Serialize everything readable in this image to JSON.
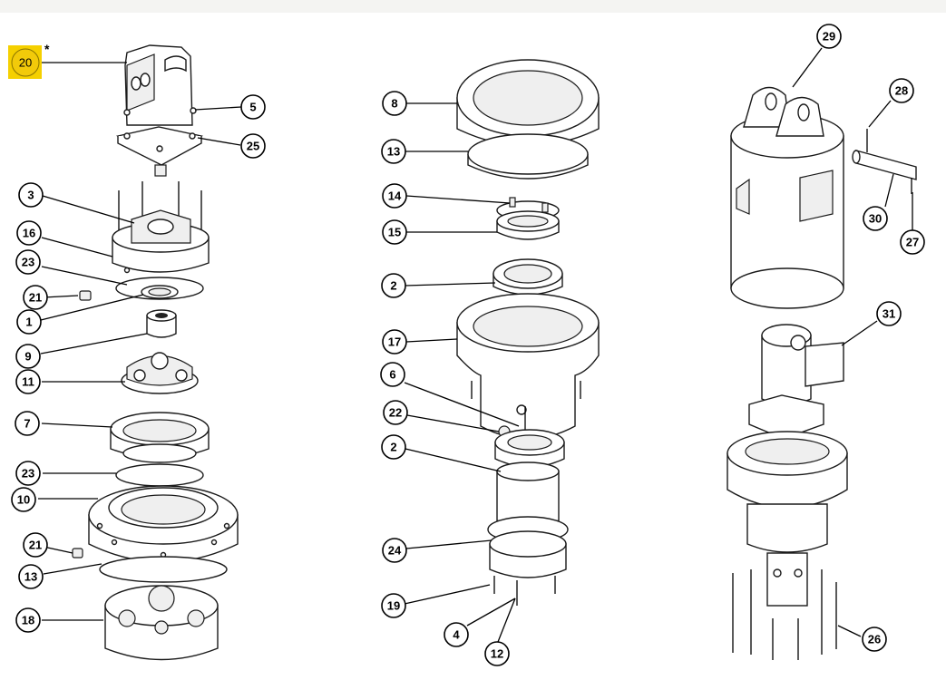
{
  "highlight_color": "#f5d000",
  "asterisk": "*",
  "callouts": {
    "c20": "20",
    "c5": "5",
    "c25": "25",
    "c3": "3",
    "c16": "16",
    "c23a": "23",
    "c21a": "21",
    "c1": "1",
    "c9": "9",
    "c11": "11",
    "c7": "7",
    "c23b": "23",
    "c10": "10",
    "c21b": "21",
    "c13a": "13",
    "c18": "18",
    "c8": "8",
    "c13b": "13",
    "c14": "14",
    "c15": "15",
    "c2a": "2",
    "c17": "17",
    "c6": "6",
    "c22": "22",
    "c2b": "2",
    "c24": "24",
    "c19": "19",
    "c4": "4",
    "c12": "12",
    "c29": "29",
    "c28": "28",
    "c30": "30",
    "c27": "27",
    "c31": "31",
    "c26": "26"
  }
}
